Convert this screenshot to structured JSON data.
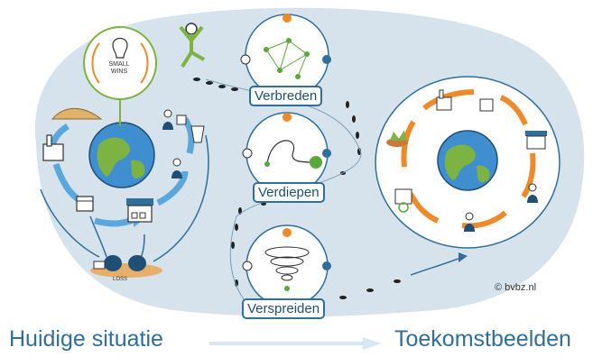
{
  "captions": {
    "left": "Huidige situatie",
    "right": "Toekomstbeelden"
  },
  "steps": {
    "verbreden": "Verbreden",
    "verdiepen": "Verdiepen",
    "verspreiden": "Verspreiden"
  },
  "bubble": {
    "small_wins": "SMALL WINS"
  },
  "loss_label": "LOSS",
  "copyright": "© bvbz.nl",
  "colors": {
    "background_blob": "#d6e3ec",
    "arrow_blue": "#5aa7dd",
    "arrow_orange": "#ef8a2a",
    "label_border": "#2f6f9a",
    "caption_text": "#2f6f9a",
    "network_green": "#5aa83a"
  },
  "icons": [
    "globe-icon",
    "lightbulb-icon",
    "factory-icon",
    "market-stall-icon",
    "box-icon",
    "person-icon",
    "waste-bag-icon",
    "recycle-icon",
    "footprints-icon",
    "jumping-person-icon",
    "spiral-icon",
    "network-icon"
  ]
}
